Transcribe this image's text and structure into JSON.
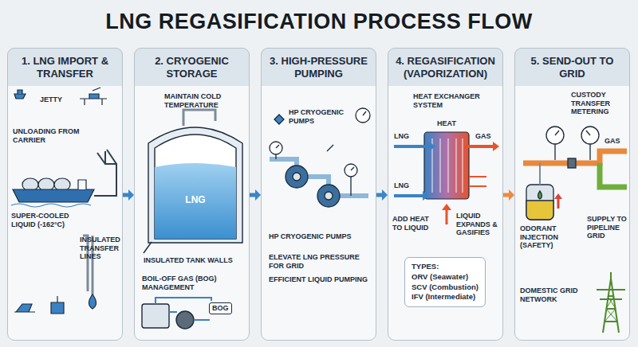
{
  "diagram": {
    "title": "LNG REGASIFICATION PROCESS FLOW",
    "nodes": [
      {
        "text": [
          "1. LNG IMPORT & TRANSFER"
        ]
      },
      {
        "text": [
          "2. CRYOGENIC STORAGE"
        ]
      },
      {
        "text": [
          "3. HIGH-PRESSURE PUMPING"
        ]
      },
      {
        "text": [
          "4. REGASIFICATION (VAPORIZATION)"
        ]
      },
      {
        "text": [
          "5. SEND-OUT TO GRID"
        ]
      },
      {
        "text": [
          "TYPES:",
          "ORV (Seawater)",
          "SCV (Combustion)",
          "IFV (Intermediate)"
        ],
        "in": 3
      }
    ],
    "edges": [
      {
        "from": 0,
        "to": 1,
        "arrow": "to"
      },
      {
        "from": 1,
        "to": 2,
        "arrow": "to"
      },
      {
        "from": 2,
        "to": 3,
        "arrow": "to"
      },
      {
        "from": 3,
        "to": 4,
        "arrow": "to"
      }
    ],
    "labels": [
      "JETTY",
      "UNLOADING FROM CARRIER",
      "SUPER-COOLED LIQUID (-162°C)",
      "INSULATED TRANSFER LINES",
      "MAINTAIN COLD TEMPERATURE",
      "LNG",
      "INSULATED TANK WALLS",
      "BOIL-OFF GAS (BOG) MANAGEMENT",
      "BOG",
      "HP CRYOGENIC PUMPS",
      "HP CRYOGENIC PUMPS",
      "ELEVATE LNG PRESSURE FOR GRID",
      "EFFICIENT LIQUID PUMPING",
      "HEAT EXCHANGER SYSTEM",
      "LNG",
      "HEAT",
      "GAS",
      "LNG",
      "ADD HEAT TO LIQUID",
      "LIQUID EXPANDS & GASIFIES",
      "CUSTODY TRANSFER METERING",
      "GAS",
      "ODORANT INJECTION (SAFETY)",
      "SUPPLY TO PIPELINE GRID",
      "DOMESTIC GRID NETWORK"
    ]
  }
}
